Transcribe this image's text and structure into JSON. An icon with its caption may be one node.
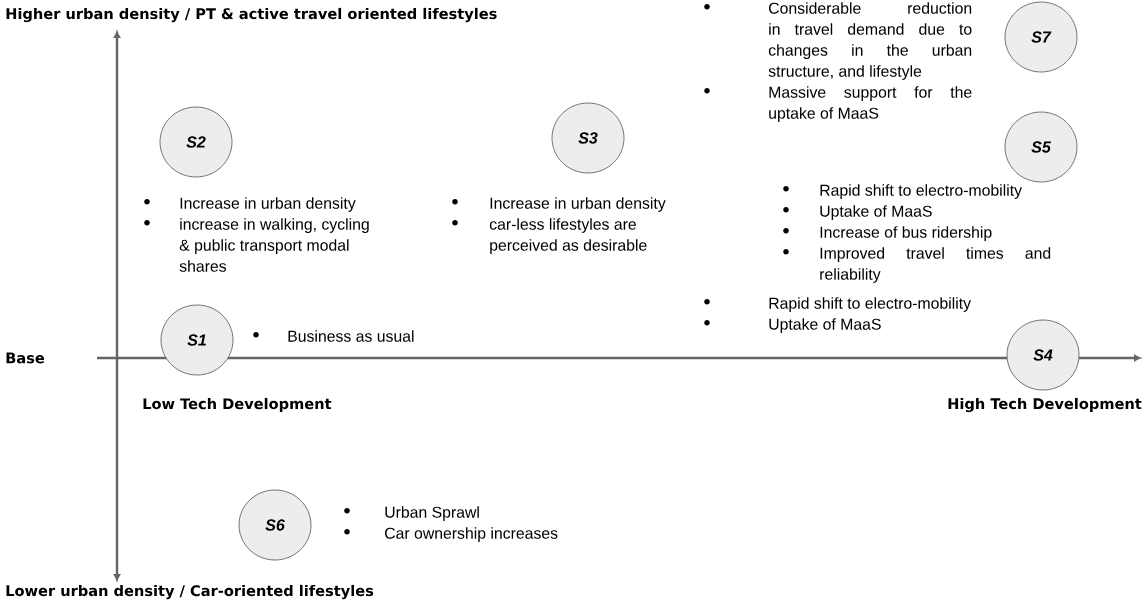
{
  "diagram": {
    "nodes": [
      {
        "text": [
          "S7"
        ],
        "beside": [
          "Considerable reduction in travel demand due to changes in the urban structure, and lifestyle",
          "Massive support for the uptake of MaaS"
        ]
      },
      {
        "text": [
          "S2"
        ],
        "beside": [
          "Increase in urban density",
          "increase in walking, cycling & public transport modal shares"
        ]
      },
      {
        "text": [
          "S3"
        ],
        "beside": [
          "Increase in urban density",
          "car-less lifestyles are perceived as desirable"
        ]
      },
      {
        "text": [
          "S5"
        ],
        "beside": [
          "Rapid shift to electro-mobility",
          "Uptake of MaaS",
          "Increase of bus ridership",
          "Improved travel times and reliability"
        ]
      },
      {
        "text": [
          "S1"
        ],
        "beside": [
          "Business as usual"
        ]
      },
      {
        "text": [
          "S4"
        ],
        "beside": [
          "Rapid shift to electro-mobility",
          "Uptake of MaaS"
        ]
      },
      {
        "text": [
          "S6"
        ],
        "beside": [
          "Urban Sprawl",
          "Car ownership increases"
        ]
      }
    ],
    "labels": [
      "Higher urban density / PT & active travel oriented lifestyles",
      "Base",
      "Low Tech Development",
      "High Tech Development",
      "Lower urban density / Car-oriented lifestyles"
    ]
  }
}
